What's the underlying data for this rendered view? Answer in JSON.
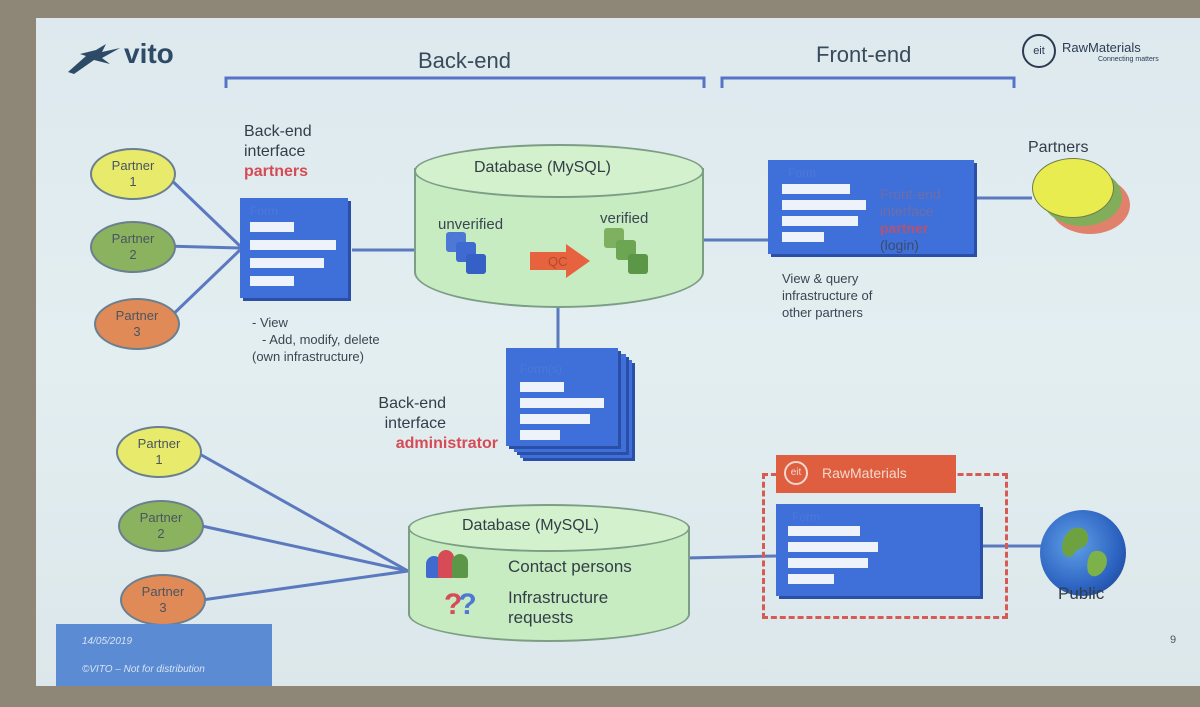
{
  "header": {
    "logo_left": "vito",
    "logo_right": "RawMaterials",
    "logo_right_tagline": "Connecting matters",
    "backend_title": "Back-end",
    "frontend_title": "Front-end"
  },
  "top": {
    "partners": [
      {
        "label": "Partner",
        "num": "1",
        "color": "#e7ea6a"
      },
      {
        "label": "Partner",
        "num": "2",
        "color": "#8bb35f"
      },
      {
        "label": "Partner",
        "num": "3",
        "color": "#e08a58"
      }
    ],
    "backend_interface": {
      "line1": "Back-end",
      "line2": "interface",
      "line3": "partners"
    },
    "form_label": "Form",
    "backend_notes": {
      "line1": "- View",
      "line2": "- Add, modify, delete",
      "line3": "(own infrastructure)"
    },
    "database": {
      "title": "Database (MySQL)",
      "unverified": "unverified",
      "verified": "verified",
      "qc": "QC"
    },
    "frontend_form_label": "Form",
    "frontend_interface": {
      "line1": "Front-end",
      "line2": "interface",
      "line3": "partner",
      "line4": "(login)"
    },
    "frontend_notes": {
      "line1": "View & query",
      "line2": "infrastructure of",
      "line3": "other partners"
    },
    "partners_right_label": "Partners"
  },
  "admin": {
    "form_label": "Form(s)",
    "line1": "Back-end",
    "line2": "interface",
    "line3": "administrator"
  },
  "bottom": {
    "partners": [
      {
        "label": "Partner",
        "num": "1",
        "color": "#e7ea6a"
      },
      {
        "label": "Partner",
        "num": "2",
        "color": "#8bb35f"
      },
      {
        "label": "Partner",
        "num": "3",
        "color": "#e08a58"
      }
    ],
    "database": {
      "title": "Database (MySQL)",
      "item1": "Contact persons",
      "item2_line1": "Infrastructure",
      "item2_line2": "requests"
    },
    "form_label": "Form",
    "banner": "RawMaterials",
    "public_label": "Public"
  },
  "footer": {
    "date": "14/05/2019",
    "notice": "©VITO – Not for distribution",
    "page": "9"
  },
  "colors": {
    "form_blue": "#3f6fd8",
    "db_green": "#c7ecc1",
    "accent_red": "#d64b55"
  }
}
